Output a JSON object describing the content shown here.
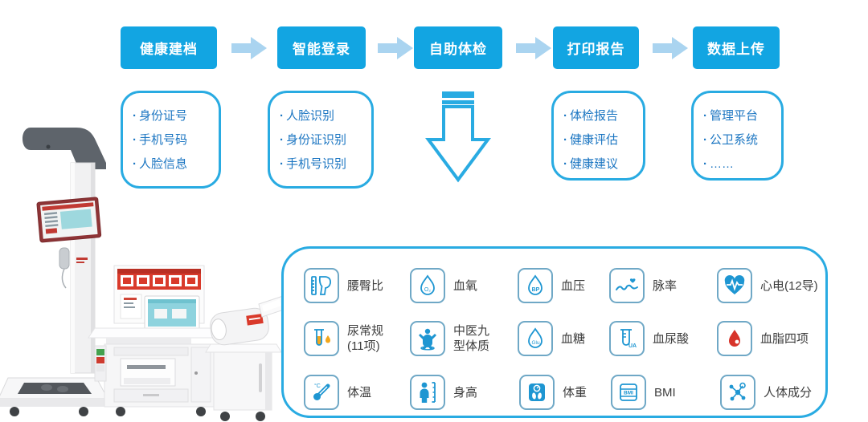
{
  "colors": {
    "step_box_blue": "#12A5E2",
    "flow_arrow_blue": "#AAD4F0",
    "outline_cyan": "#29ABE2",
    "bullet_text_blue": "#1C76C2",
    "panel_label_gray": "#3D3D3D",
    "icon_stroke_blue": "#1E96D2",
    "accent_red": "#D7342A",
    "accent_yellow": "#F3A71C"
  },
  "flow": {
    "steps": [
      {
        "title": "健康建档",
        "bullets": [
          "身份证号",
          "手机号码",
          "人脸信息"
        ]
      },
      {
        "title": "智能登录",
        "bullets": [
          "人脸识别",
          "身份证识别",
          "手机号识别"
        ]
      },
      {
        "title": "自助体检",
        "bullets": []
      },
      {
        "title": "打印报告",
        "bullets": [
          "体检报告",
          "健康评估",
          "健康建议"
        ]
      },
      {
        "title": "数据上传",
        "bullets": [
          "管理平台",
          "公卫系统",
          "……"
        ]
      }
    ]
  },
  "panel": {
    "items": [
      {
        "label": "腰臀比",
        "icon": "waist-hip-ratio-icon"
      },
      {
        "label": "血氧",
        "icon": "blood-oxygen-icon",
        "icon_text": "O₂"
      },
      {
        "label": "血压",
        "icon": "blood-pressure-icon",
        "icon_text": "BP"
      },
      {
        "label": "脉率",
        "icon": "pulse-rate-icon"
      },
      {
        "label": "心电(12导)",
        "icon": "ecg-12-lead-icon"
      },
      {
        "label": "尿常规\n(11项)",
        "icon": "urine-routine-icon"
      },
      {
        "label": "中医九\n型体质",
        "icon": "tcm-constitution-icon"
      },
      {
        "label": "血糖",
        "icon": "blood-glucose-icon",
        "icon_text": "Glu"
      },
      {
        "label": "血尿酸",
        "icon": "uric-acid-icon",
        "icon_text": "UA"
      },
      {
        "label": "血脂四项",
        "icon": "blood-lipids-icon"
      },
      {
        "label": "体温",
        "icon": "body-temperature-icon",
        "icon_text": "°C"
      },
      {
        "label": "身高",
        "icon": "height-icon"
      },
      {
        "label": "体重",
        "icon": "weight-icon"
      },
      {
        "label": "BMI",
        "icon": "bmi-icon",
        "icon_text": "BMI"
      },
      {
        "label": "人体成分",
        "icon": "body-composition-icon"
      }
    ]
  }
}
